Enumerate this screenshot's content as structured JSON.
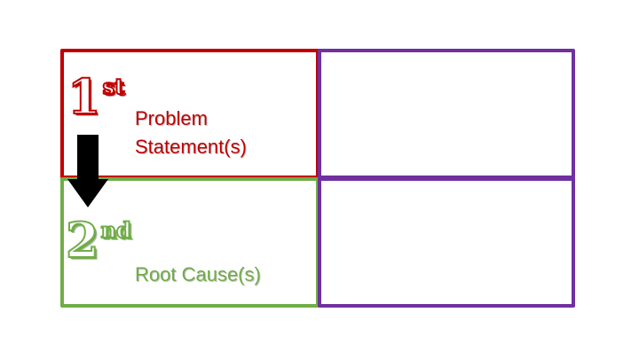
{
  "colors": {
    "red": "#c00000",
    "green": "#70ad47",
    "purple": "#7030a0",
    "arrow": "#000000"
  },
  "step1": {
    "number": "1",
    "suffix": "st",
    "label_line1": "Problem",
    "label_line2": "Statement(s)"
  },
  "step2": {
    "number": "2",
    "suffix": "nd",
    "label": "Root Cause(s)"
  },
  "icons": {
    "arrow": "down-arrow-icon"
  }
}
